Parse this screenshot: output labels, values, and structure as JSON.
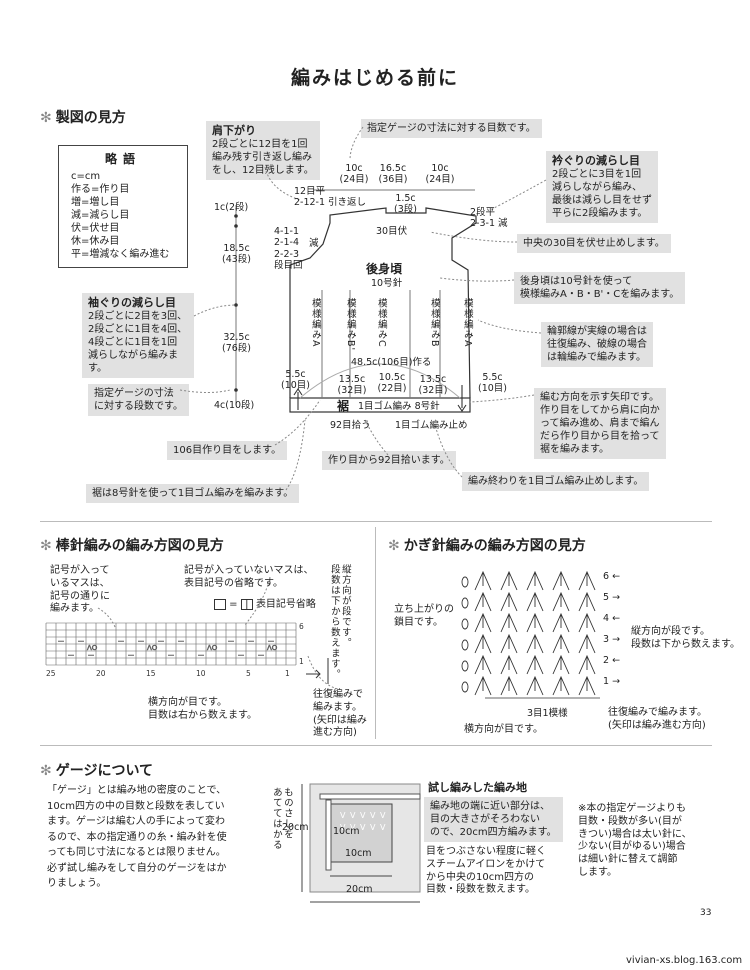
{
  "page": {
    "title": "編みはじめる前に",
    "page_number": "33",
    "watermark": "vivian-xs.blog.163.com"
  },
  "section1": {
    "title": "製図の見方",
    "legend": {
      "title": "略語",
      "items": [
        "c=cm",
        "作る=作り目",
        "増=増し目",
        "減=減らし目",
        "伏=伏せ目",
        "休=休み目",
        "平=増減なく編み進む"
      ]
    },
    "shoulder_note": {
      "title": "肩下がり",
      "lines": [
        "2段ごとに12目を1回",
        "編み残す引き返し編み",
        "をし、12目残します。"
      ]
    },
    "gauge_stitch_note": "指定ゲージの寸法に対する目数です。",
    "neck_note": {
      "title": "衿ぐりの減らし目",
      "lines": [
        "2段ごとに3目を1回",
        "減らしながら編み、",
        "最後は減らし目をせず",
        "平らに2段編みます。"
      ]
    },
    "sleeve_note": {
      "title": "袖ぐりの減らし目",
      "lines": [
        "2段ごとに2目を3回、",
        "2段ごとに1目を4回、",
        "4段ごとに1目を1回",
        "減らしながら編みます。"
      ]
    },
    "gauge_row_note": [
      "指定ゲージの寸法",
      "に対する段数です。"
    ],
    "center_note": "中央の30目を伏せ止めします。",
    "body_note": [
      "後身頃は10号針を使って",
      "模様編みA・B・B'・Cを編みます。"
    ],
    "outline_note": [
      "輪郭線が実線の場合は",
      "往復編み、破線の場合",
      "は輪編みで編みます。"
    ],
    "arrow_note": [
      "編む方向を示す矢印です。",
      "作り目をしてから肩に向か",
      "って編み進め、肩まで編ん",
      "だら作り目から目を拾って",
      "裾を編みます。"
    ],
    "cast_on_note": "106目作り目をします。",
    "pickup_note": "作り目から92目拾います。",
    "bindoff_note": "編み終わりを1目ゴム編み止めします。",
    "hem_note": "裾は8号針を使って1目ゴム編みを編みます。",
    "diagram": {
      "top_widths": [
        {
          "w": "10c",
          "s": "(24目)"
        },
        {
          "w": "16.5c",
          "s": "(36目)"
        },
        {
          "w": "10c",
          "s": "(24目)"
        }
      ],
      "shoulder_label": [
        "12目平",
        "2-12-1 引き返し"
      ],
      "neck_depth": [
        "1.5c",
        "(3段)"
      ],
      "neck_rule": [
        "2段平",
        "2-3-1 減"
      ],
      "bindoff_center": "30目伏",
      "armhole_rule": [
        "4-1-1",
        "2-1-4",
        "2-2-3",
        "段目回"
      ],
      "armhole_dec": "減",
      "vert_top": "1c(2段)",
      "vert_mid": [
        "18.5c",
        "(43段)"
      ],
      "vert_body": [
        "32.5c",
        "(76段)"
      ],
      "vert_hem": "4c(10段)",
      "piece_name": "後身頃",
      "needle": "10号針",
      "patterns": [
        "模様編みA",
        "模様編みB'",
        "模様編みC",
        "模様編みB",
        "模様編みA"
      ],
      "castoff_width": "48.5c(106目)作る",
      "side_left": [
        "5.5c",
        "(10目)"
      ],
      "side_right": [
        "5.5c",
        "(10目)"
      ],
      "bottom_widths": [
        {
          "w": "13.5c",
          "s": "(32目)"
        },
        {
          "w": "10.5c",
          "s": "(22目)"
        },
        {
          "w": "13.5c",
          "s": "(32目)"
        }
      ],
      "hem_name": "裾",
      "hem_label": "1目ゴム編み 8号針",
      "pickup_label": "92目拾う",
      "bindoff_label": "1目ゴム編み止め"
    }
  },
  "section2": {
    "title": "棒針編みの編み方図の見方",
    "note1": [
      "記号が入って",
      "いるマスは、",
      "記号の通りに",
      "編みます。"
    ],
    "note2": [
      "記号が入っていないマスは、",
      "表目記号の省略です。"
    ],
    "legend_label": "表目記号省略",
    "vert_note": [
      "縦方向が段です。",
      "段数は下から数えます。"
    ],
    "horiz_note": [
      "横方向が目です。",
      "目数は右から数えます。"
    ],
    "flat_note": [
      "往復編みで",
      "編みます。",
      "(矢印は編み",
      "進む方向)"
    ],
    "x_ticks": [
      "25",
      "20",
      "15",
      "10",
      "5",
      "1"
    ],
    "y_ticks": [
      "6",
      "1"
    ]
  },
  "section3": {
    "title": "かぎ針編みの編み方図の見方",
    "chain_note": [
      "立ち上がりの",
      "鎖目です。"
    ],
    "vert_note": [
      "縦方向が段です。",
      "段数は下から数えます。"
    ],
    "flat_note": [
      "往復編みで編みます。",
      "(矢印は編み進む方向)"
    ],
    "horiz_note": "横方向が目です。",
    "repeat_label": "3目1模様",
    "row_labels": [
      "6 ←",
      "5 →",
      "4 ←",
      "3 →",
      "2 ←",
      "1 →"
    ]
  },
  "section4": {
    "title": "ゲージについて",
    "paragraph": [
      "「ゲージ」とは編み地の密度のことで、",
      "10cm四方の中の目数と段数を表してい",
      "ます。ゲージは編む人の手によって変わ",
      "るので、本の指定通りの糸・編み針を使",
      "っても同じ寸法になるとは限りません。",
      "必ず試し編みをして自分のゲージをはか",
      "りましょう。"
    ],
    "ruler_note": [
      "ものさしを",
      "あててはかる"
    ],
    "swatch_title": "試し編みした編み地",
    "swatch_note1": [
      "編み地の端に近い部分は、",
      "目の大きさがそろわない",
      "ので、20cm四方編みます。"
    ],
    "swatch_note2": [
      "目をつぶさない程度に軽く",
      "スチームアイロンをかけて",
      "から中央の10cm四方の",
      "目数・段数を数えます。"
    ],
    "dim_20_left": "20cm",
    "dim_10_inner": "10cm",
    "dim_10_bottom": "10cm",
    "dim_20_bottom": "20cm",
    "right_note": [
      "※本の指定ゲージよりも",
      "目数・段数が多い(目が",
      "きつい)場合は太い針に、",
      "少ない(目がゆるい)場合",
      "は細い針に替えて調節",
      "します。"
    ]
  }
}
